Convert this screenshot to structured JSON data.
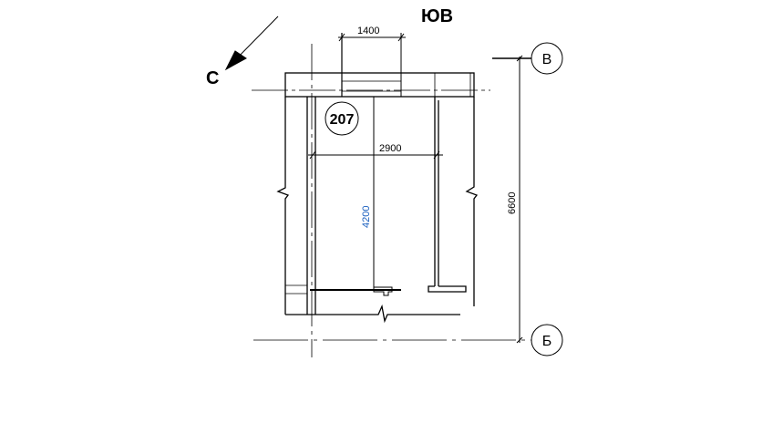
{
  "drawing": {
    "direction_label_top": "ЮВ",
    "direction_label_arrow": "С",
    "room_number": "207",
    "axes": [
      {
        "label": "В"
      },
      {
        "label": "Б"
      }
    ],
    "dimensions": {
      "opening_width": "1400",
      "room_width": "2900",
      "room_length": "4200",
      "axis_span": "6600"
    },
    "colors": {
      "line": "#000000",
      "room_length_text": "#1a5fbf"
    }
  }
}
